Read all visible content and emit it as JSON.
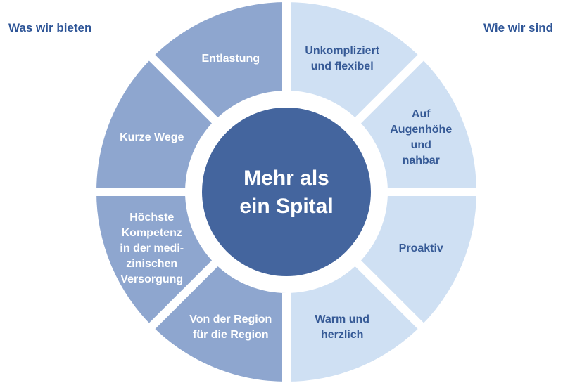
{
  "headings": {
    "left": "Was wir bieten",
    "right": "Wie wir sind"
  },
  "center": {
    "lines": [
      "Mehr als",
      "ein Spital"
    ],
    "color": "#44659e"
  },
  "colors": {
    "left_segments": "#8ea6cf",
    "right_segments": "#cfe0f3",
    "left_text": "#ffffff",
    "right_text": "#365a96",
    "heading_text": "#2e5597"
  },
  "segments": [
    {
      "id": "unkompliziert",
      "side": "right",
      "lines": [
        "Unkompliziert",
        "und flexibel"
      ]
    },
    {
      "id": "augenhoehe",
      "side": "right",
      "lines": [
        "Auf",
        "Augenhöhe",
        "und",
        "nahbar"
      ]
    },
    {
      "id": "proaktiv",
      "side": "right",
      "lines": [
        "Proaktiv"
      ]
    },
    {
      "id": "warm",
      "side": "right",
      "lines": [
        "Warm und",
        "herzlich"
      ]
    },
    {
      "id": "region",
      "side": "left",
      "lines": [
        "Von der Region",
        "für die Region"
      ]
    },
    {
      "id": "kompetenz",
      "side": "left",
      "lines": [
        "Höchste",
        "Kompetenz",
        "in der medi-",
        "zinischen",
        "Versorgung"
      ]
    },
    {
      "id": "kurze-wege",
      "side": "left",
      "lines": [
        "Kurze Wege"
      ]
    },
    {
      "id": "entlastung",
      "side": "left",
      "lines": [
        "Entlastung"
      ]
    }
  ]
}
